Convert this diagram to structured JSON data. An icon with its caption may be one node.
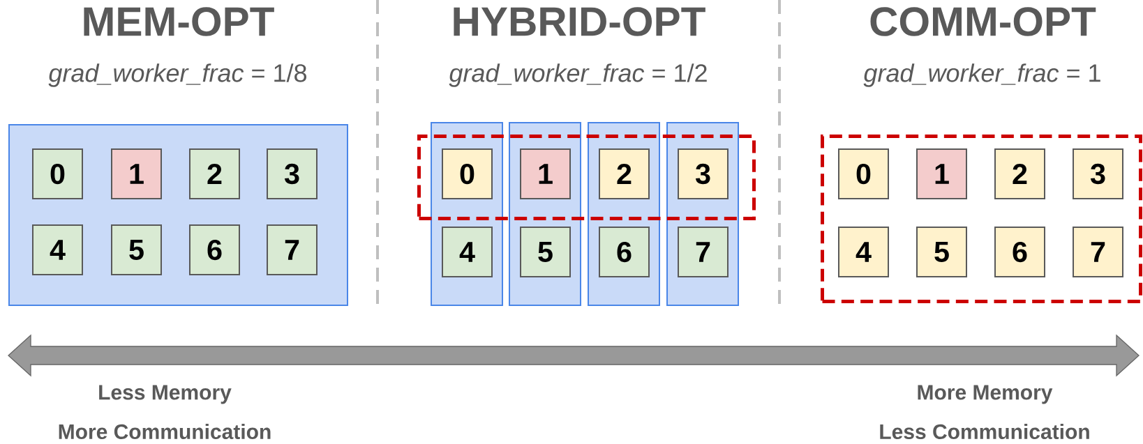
{
  "diagram": {
    "nodes": [
      {
        "text": [],
        "shape": "box"
      },
      {
        "text": [
          "0"
        ],
        "in": 0
      },
      {
        "text": [
          "1"
        ],
        "in": 0
      },
      {
        "text": [
          "2"
        ],
        "in": 0
      },
      {
        "text": [
          "3"
        ],
        "in": 0
      },
      {
        "text": [
          "4"
        ],
        "in": 0
      },
      {
        "text": [
          "5"
        ],
        "in": 0
      },
      {
        "text": [
          "6"
        ],
        "in": 0
      },
      {
        "text": [
          "7"
        ],
        "in": 0
      },
      {
        "text": [],
        "shape": "box"
      },
      {
        "text": [],
        "shape": "box"
      },
      {
        "text": [
          "0"
        ]
      },
      {
        "text": [
          "4"
        ],
        "in": 10
      },
      {
        "text": [],
        "shape": "box"
      },
      {
        "text": [
          "1"
        ]
      },
      {
        "text": [
          "5"
        ],
        "in": 13
      },
      {
        "text": [],
        "shape": "box"
      },
      {
        "text": [
          "2"
        ]
      },
      {
        "text": [
          "6"
        ],
        "in": 16
      },
      {
        "text": [],
        "shape": "box"
      },
      {
        "text": [
          "3"
        ]
      },
      {
        "text": [
          "7"
        ],
        "in": 19
      },
      {
        "text": [],
        "shape": "box"
      },
      {
        "text": [
          "0"
        ],
        "in": 22
      },
      {
        "text": [
          "1"
        ],
        "in": 22
      },
      {
        "text": [
          "2"
        ],
        "in": 22
      },
      {
        "text": [
          "3"
        ],
        "in": 22
      },
      {
        "text": [
          "4"
        ],
        "in": 22
      },
      {
        "text": [
          "5"
        ],
        "in": 22
      },
      {
        "text": [
          "6"
        ],
        "in": 22
      },
      {
        "text": [
          "7"
        ],
        "in": 22
      }
    ],
    "labels": [
      "MEM-OPT",
      "*grad_worker_frac* = 1/8",
      "HYBRID-OPT",
      "*grad_worker_frac* = 1/2",
      "COMM-OPT",
      "*grad_worker_frac* = 1",
      "Less Memory",
      "More Communication",
      "More Memory",
      "Less Communication"
    ]
  }
}
